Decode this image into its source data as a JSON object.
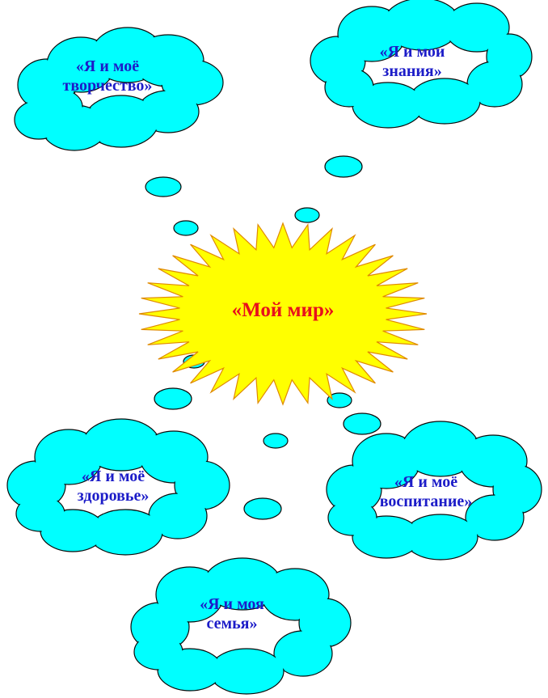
{
  "center": {
    "label": "«Мой мир»",
    "color": "#e8101c"
  },
  "clouds": [
    {
      "id": "creativity",
      "lines": [
        "«Я и моё",
        "творчество»"
      ]
    },
    {
      "id": "knowledge",
      "lines": [
        "«Я и мои",
        "знания»"
      ]
    },
    {
      "id": "health",
      "lines": [
        "«Я и моё",
        "здоровье»"
      ]
    },
    {
      "id": "upbringing",
      "lines": [
        "«Я и моё",
        "воспитание»"
      ]
    },
    {
      "id": "family",
      "lines": [
        "«Я и моя",
        "семья»"
      ]
    }
  ],
  "colors": {
    "cloud_fill": "#00ffff",
    "cloud_text": "#1c1cc8",
    "sun_fill": "#ffff00",
    "sun_stroke": "#e08a00"
  }
}
